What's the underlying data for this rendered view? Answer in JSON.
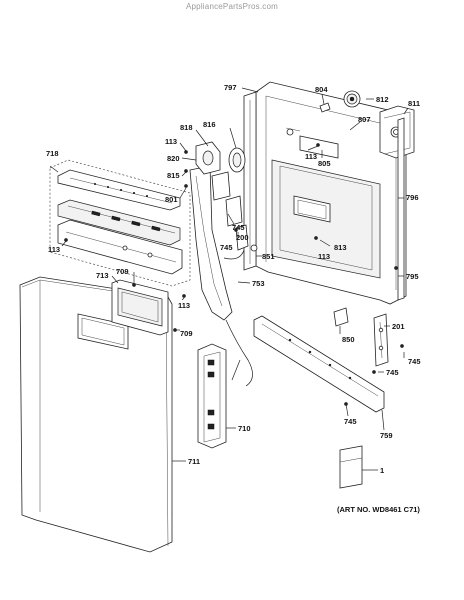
{
  "watermark": "AppliancePartsPros.com",
  "art_number": "(ART NO. WD8461 C71)",
  "callouts": {
    "c797": "797",
    "c804": "804",
    "c812": "812",
    "c811": "811",
    "c807": "807",
    "c818": "818",
    "c816": "816",
    "c113a": "113",
    "c113b": "113",
    "c113c": "113",
    "c113d": "113",
    "c113e": "113",
    "c805": "805",
    "c820": "820",
    "c815": "815",
    "c801": "801",
    "c745a": "745",
    "c745b": "745",
    "c745c": "745",
    "c745d": "745",
    "c200": "200",
    "c851": "851",
    "c813": "813",
    "c796": "796",
    "c795": "795",
    "c718": "718",
    "c713": "713",
    "c709a": "709",
    "c709b": "709",
    "c753": "753",
    "c201": "201",
    "c850": "850",
    "c710": "710",
    "c759": "759",
    "c711": "711",
    "c1": "1"
  }
}
